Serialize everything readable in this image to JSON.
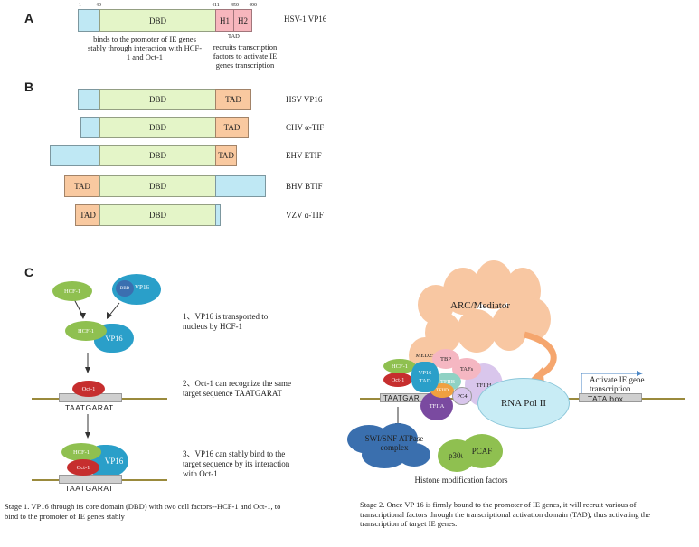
{
  "panel_a": {
    "label": "A",
    "numbers": [
      "1",
      "49",
      "411",
      "450",
      "490"
    ],
    "dbd": "DBD",
    "h1": "H1",
    "h2": "H2",
    "tad_label": "TAD",
    "name": "HSV-1 VP16",
    "dbd_note": "binds to the promoter of IE genes stably through interaction with HCF-1 and Oct-1",
    "tad_note": "recruits transcription factors to activate IE genes transcription"
  },
  "panel_b": {
    "label": "B",
    "rows": [
      {
        "name": "HSV VP16",
        "dbd": "DBD",
        "tad": "TAD"
      },
      {
        "name": "CHV α-TIF",
        "dbd": "DBD",
        "tad": "TAD"
      },
      {
        "name": "EHV ETIF",
        "dbd": "DBD",
        "tad": "TAD"
      },
      {
        "name": "BHV BTIF",
        "dbd": "DBD",
        "tad": "TAD"
      },
      {
        "name": "VZV α-TIF",
        "dbd": "DBD",
        "tad": "TAD"
      }
    ]
  },
  "panel_c": {
    "label": "C",
    "hcf1": "HCF-1",
    "dbd_small": "DBD",
    "vp16": "VP16",
    "oct1": "Oct-1",
    "site": "TAATGARAT",
    "steps": [
      "1、VP16 is transported to nucleus by HCF-1",
      "2、Oct-1 can recognize the same target sequence TAATGARAT",
      "3、VP16 can stably bind to the target sequence by its interaction with Oct-1"
    ],
    "stage1": "Stage 1. VP16 through its core domain (DBD) with two cell factors--HCF-1 and Oct-1, to bind to the promoter of IE genes stably",
    "mediator": "ARC/Mediator",
    "med25": "MED25",
    "tbp": "TBP",
    "tafs": "TAFs",
    "tfiih": "TFIIH",
    "tfiib": "TFIIB",
    "tfiid": "TFIID",
    "pc4": "PC4",
    "tfiia": "TFIIA",
    "vp16_tad": "VP16 TAD",
    "site_short": "TAATGAR",
    "pol": "RNA Pol II",
    "tata": "TATA box",
    "activate": "Activate IE gene transcription",
    "swisnf": "SWI/SNF ATPase complex",
    "p300": "p300",
    "pcaf": "PCAF",
    "histone": "Histone modification factors",
    "stage2": "Stage 2. Once VP 16 is firmly bound to the promoter of IE genes, it will recruit various of transcriptional factors through the transcriptional activation domain (TAD), thus activating the transcription of target IE genes."
  }
}
